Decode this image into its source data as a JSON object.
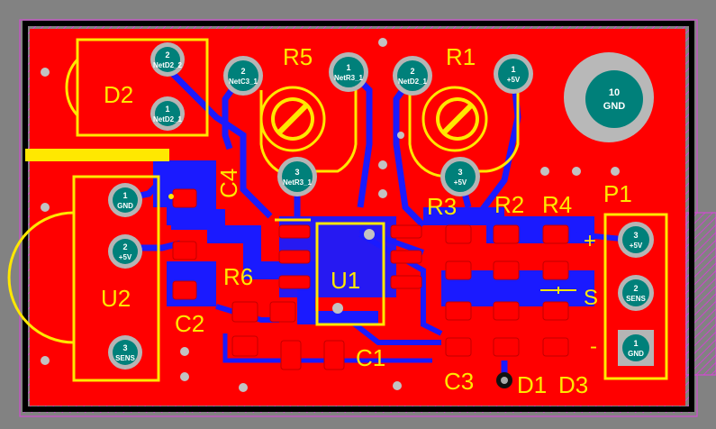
{
  "board": {
    "colors": {
      "background": "#828282",
      "copper_top": "#ff0000",
      "copper_bottom": "#1a1aff",
      "silkscreen": "#ffe800",
      "pad_ring": "#b5b5b5",
      "pad_center": "#00807a",
      "outline": "#e040e0",
      "keepout": "#000000"
    },
    "designators": {
      "D2": "D2",
      "R5": "R5",
      "R1": "R1",
      "C4": "C4",
      "U2": "U2",
      "R3": "R3",
      "R2": "R2",
      "R4": "R4",
      "P1": "P1",
      "R6": "R6",
      "U1": "U1",
      "C2": "C2",
      "C1": "C1",
      "C3": "C3",
      "D1": "D1",
      "D3": "D3"
    },
    "silk_marks": {
      "plus": "+",
      "minus": "-",
      "sense": "S"
    },
    "pads": {
      "d2_1": {
        "num": "2",
        "net": "NetD2_2"
      },
      "d2_2": {
        "num": "1",
        "net": "NetD2_1"
      },
      "r5_1": {
        "num": "2",
        "net": "NetC3_1"
      },
      "r5_2": {
        "num": "1",
        "net": "NetR3_1"
      },
      "r5_3": {
        "num": "3",
        "net": "NetR3_1"
      },
      "r1_1": {
        "num": "2",
        "net": "NetD2_1"
      },
      "r1_2": {
        "num": "1",
        "net": "+5V"
      },
      "r1_3": {
        "num": "3",
        "net": "+5V"
      },
      "hole": {
        "num": "10",
        "net": "GND"
      },
      "u2_1": {
        "num": "1",
        "net": "GND"
      },
      "u2_2": {
        "num": "2",
        "net": "+5V"
      },
      "u2_3": {
        "num": "3",
        "net": "SENS"
      },
      "p1_3": {
        "num": "3",
        "net": "+5V"
      },
      "p1_2": {
        "num": "2",
        "net": "SENS"
      },
      "p1_1": {
        "num": "1",
        "net": "GND"
      }
    }
  }
}
